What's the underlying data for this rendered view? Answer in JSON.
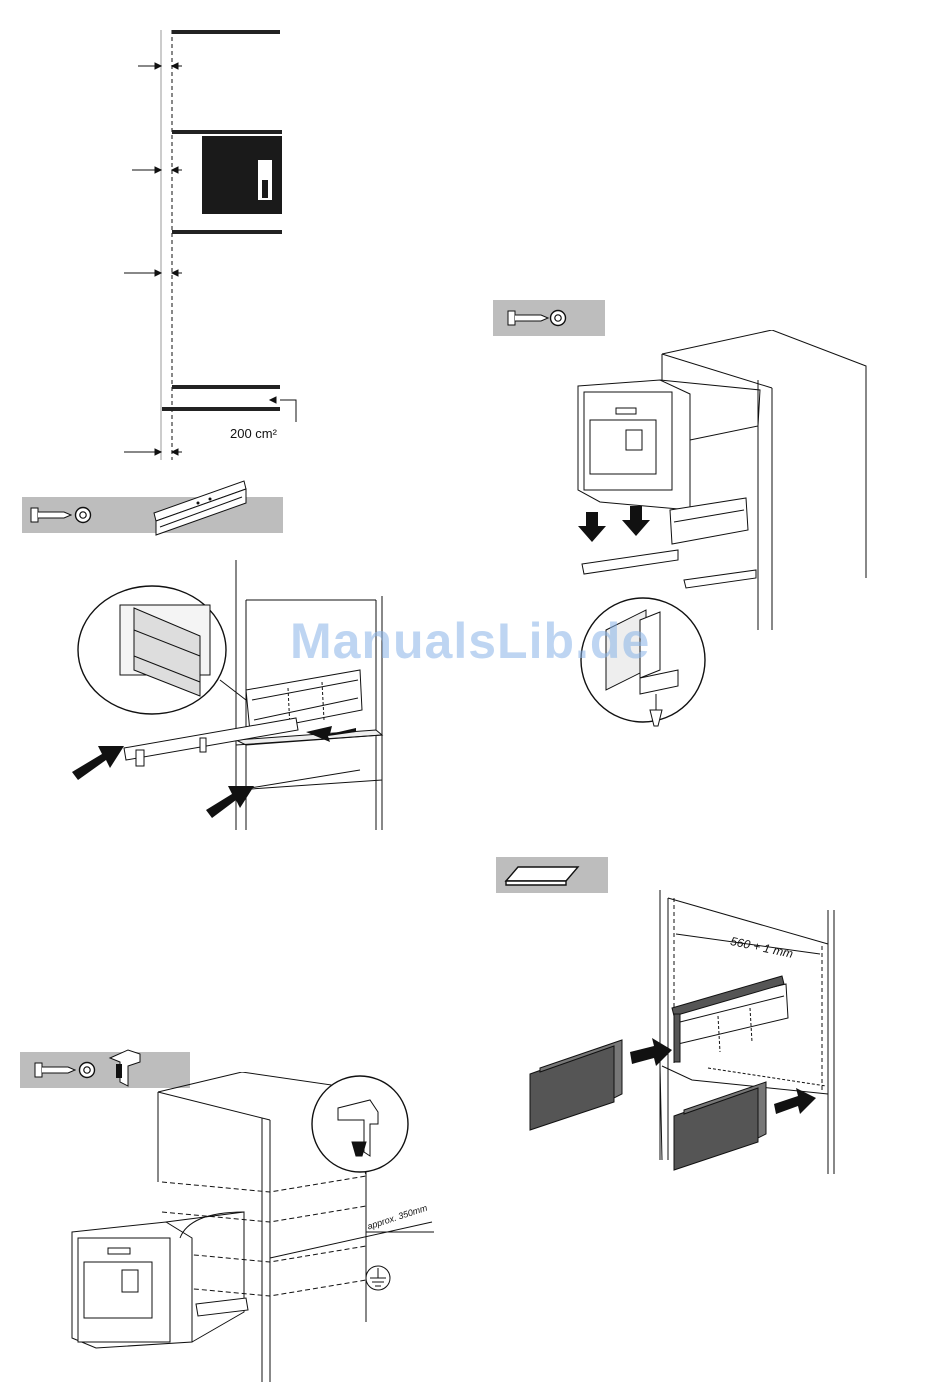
{
  "watermark": "ManualsLib.de",
  "labels": {
    "vent_area": "200 cm²",
    "cable_distance": "approx. 350mm",
    "niche_width": "560 + 1 mm"
  },
  "toolbars": {
    "t1": {
      "icons": [
        "screw-icon",
        "screwdriver-bit-icon",
        "rail-bracket-icon"
      ]
    },
    "t2": {
      "icons": [
        "screw-icon",
        "screwdriver-bit-icon"
      ]
    },
    "t3": {
      "icons": [
        "screw-icon",
        "screwdriver-bit-icon",
        "angle-bracket-icon"
      ]
    },
    "t4": {
      "icons": [
        "spacer-panel-icon"
      ]
    }
  },
  "colors": {
    "toolbar_bg": "#bdbdbd",
    "ink": "#111111",
    "watermark": "#8ab4e8"
  }
}
